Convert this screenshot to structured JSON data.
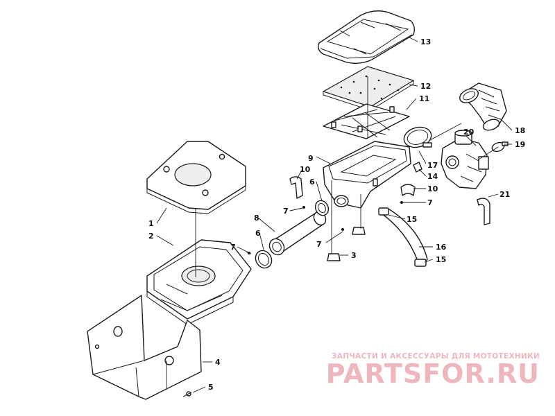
{
  "callouts": {
    "c1": "1",
    "c2": "2",
    "c3": "3",
    "c4": "4",
    "c5": "5",
    "c6a": "6",
    "c6b": "6",
    "c7a": "7",
    "c7b": "7",
    "c7c": "7",
    "c7d": "7",
    "c8": "8",
    "c9": "9",
    "c10a": "10",
    "c10b": "10",
    "c11": "11",
    "c12": "12",
    "c13": "13",
    "c14": "14",
    "c15a": "15",
    "c15b": "15",
    "c16": "16",
    "c17": "17",
    "c18": "18",
    "c19": "19",
    "c20": "20",
    "c21": "21"
  },
  "watermark": {
    "tagline": "ЗАПЧАСТИ И АКСЕССУАРЫ ДЛЯ МОТОТЕХНИКИ",
    "logo": "PARTSFOR.RU",
    "color": "#e8a0a8"
  }
}
